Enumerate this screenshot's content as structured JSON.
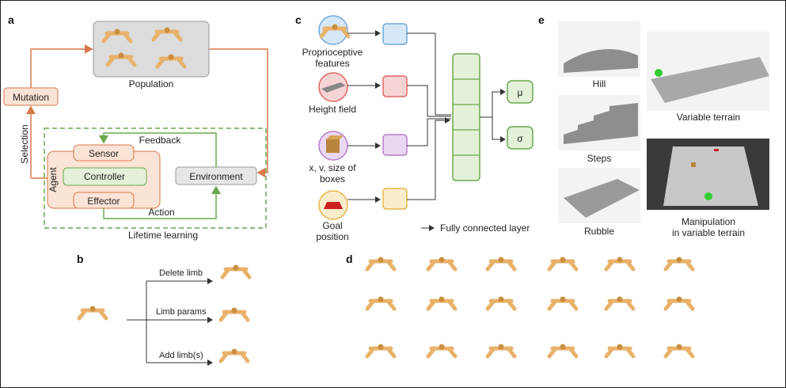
{
  "panel_labels": {
    "a": "a",
    "b": "b",
    "c": "c",
    "d": "d",
    "e": "e"
  },
  "panel_a": {
    "population": "Population",
    "mutation": "Mutation",
    "selection": "Selection",
    "agent": "Agent",
    "sensor": "Sensor",
    "controller": "Controller",
    "effector": "Effector",
    "environment": "Environment",
    "feedback": "Feedback",
    "action": "Action",
    "lifetime_learning": "Lifetime learning"
  },
  "panel_b": {
    "branches": [
      "Delete limb",
      "Limb params",
      "Add limb(s)"
    ]
  },
  "panel_c": {
    "inputs": [
      {
        "lines": [
          "Proprioceptive",
          "features"
        ]
      },
      {
        "lines": [
          "Height field"
        ]
      },
      {
        "lines": [
          "x, v, size of",
          "boxes"
        ]
      },
      {
        "lines": [
          "Goal",
          "position"
        ]
      }
    ],
    "outputs": [
      "μ",
      "σ"
    ],
    "legend": "Fully connected layer"
  },
  "panel_e": {
    "labels": [
      "Hill",
      "Steps",
      "Rubble",
      "Variable terrain",
      "Manipulation",
      "in variable terrain"
    ]
  },
  "colors": {
    "orange": "#d9774a",
    "green": "#6aa84f",
    "blue": "#6fa8dc",
    "pink": "#e06666",
    "purple": "#b57fc9",
    "yellow": "#e6b84a",
    "limb": "#e8b26a"
  }
}
